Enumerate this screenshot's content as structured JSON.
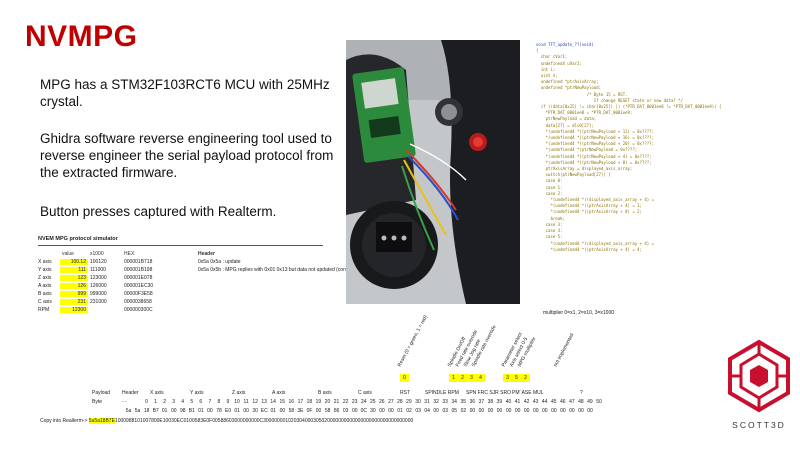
{
  "title": "NVMPG",
  "bullets": [
    "MPG has a STM32F103RCT6 MCU with 25MHz crystal.",
    "Ghidra software reverse engineering tool used to reverse engineer the serial payload protocol from the extracted firmware.",
    "Button presses captured with Realterm."
  ],
  "simulator": {
    "title": "NVEM MPG protocol simulator",
    "columns": [
      "value",
      "x1000",
      "HEX",
      "Header"
    ],
    "rows": [
      {
        "axis": "X axis",
        "value": "100.12",
        "x1000": "100120",
        "hex": "000001B718"
      },
      {
        "axis": "Y axis",
        "value": "111",
        "x1000": "111000",
        "hex": "000001B198"
      },
      {
        "axis": "Z axis",
        "value": "123",
        "x1000": "123000",
        "hex": "000001E078"
      },
      {
        "axis": "A axis",
        "value": "126",
        "x1000": "126000",
        "hex": "000001EC30"
      },
      {
        "axis": "B axis",
        "value": "999",
        "x1000": "999000",
        "hex": "00000F3E58"
      },
      {
        "axis": "C axis",
        "value": "231",
        "x1000": "231000",
        "hex": "0000038658"
      },
      {
        "axis": "RPM",
        "value": "12300",
        "x1000": "",
        "hex": "000000300C"
      }
    ],
    "header_notes": [
      "0x5a 0x5a : update",
      "0x5a 0x5b : MPG replies with 0x01 0x13 but data not updated (connection check?)"
    ]
  },
  "code": [
    {
      "t": "void TFT_update_??(void)",
      "k": true
    },
    {
      "t": "",
      "k": false
    },
    {
      "t": "{",
      "k": false
    },
    {
      "t": "  char cVar1;",
      "k": false
    },
    {
      "t": "  undefined4 uVar2;",
      "k": false
    },
    {
      "t": "  int i;",
      "k": false
    },
    {
      "t": "  uint n;",
      "k": false
    },
    {
      "t": "  undefined *ptrAxisArray;",
      "k": false
    },
    {
      "t": "  undefined *ptrNewPayload;",
      "k": false
    },
    {
      "t": "",
      "k": false
    },
    {
      "t": "                     /* Byte 15 = RST.",
      "k": false
    },
    {
      "t": "                        If change RESET state or new data? */",
      "k": false
    },
    {
      "t": "  if ((data[0x25] != char[0x25]) || (*PTR_DAT_0001ee8 != *PTR_DAT_0001ee9)) {",
      "k": false
    },
    {
      "t": "    *PTR_DAT_0001ee8 = *PTR_DAT_0001ee9;",
      "k": false
    },
    {
      "t": "    ptrNewPayload = data;",
      "k": false
    },
    {
      "t": "    data[27] = dlc0[27];",
      "k": false
    },
    {
      "t": "    *(undefined4 *)(ptrNewPayload + 12) = 0x????;",
      "k": false
    },
    {
      "t": "    *(undefined4 *)(ptrNewPayload + 16) = 0x????;",
      "k": false
    },
    {
      "t": "    *(undefined4 *)(ptrNewPayload + 20) = 0x????;",
      "k": false
    },
    {
      "t": "    *(undefined4 *)ptrNewPayload = 0x????;",
      "k": false
    },
    {
      "t": "    *(undefined4 *)(ptrNewPayload + 4) = 0x????;",
      "k": false
    },
    {
      "t": "    *(undefined4 *)(ptrNewPayload + 8) = 0x????;",
      "k": false
    },
    {
      "t": "    ptrAxisArray = displayed_axis_array;",
      "k": false
    },
    {
      "t": "    switch(ptrNewPayload[27]) {",
      "k": false
    },
    {
      "t": "    case 0:",
      "k": false
    },
    {
      "t": "    case 1:",
      "k": false
    },
    {
      "t": "    case 2:",
      "k": false
    },
    {
      "t": "      *(undefined4 *)(displayed_axis_array + 4) =",
      "k": false
    },
    {
      "t": "      *(undefined4 *)(ptrAxisArray + 4) = 1;",
      "k": false
    },
    {
      "t": "      *(undefined4 *)(ptrAxisArray + 8) = 2;",
      "k": false
    },
    {
      "t": "      break;",
      "k": false
    },
    {
      "t": "    case 3:",
      "k": false
    },
    {
      "t": "    case 4:",
      "k": false
    },
    {
      "t": "    case 5:",
      "k": false
    },
    {
      "t": "      *(undefined4 *)(displayed_axis_array + 4) =",
      "k": false
    },
    {
      "t": "      *(undefined4 *)(ptrAxisArray + 4) = 4;",
      "k": false
    }
  ],
  "multiplier_note": "multiplier 0=x1, 2=x10, 3=x1000",
  "rotated_labels": [
    "Reset (0 = green, 1 = red)",
    "Spindle On/Off",
    "Feed rate override",
    "Slow Jog rate",
    "Spindle rate override",
    "Parameter select",
    "Axis select 0-5",
    "MPG multiplier",
    "not implemented"
  ],
  "flags": [
    "0",
    "1",
    "2",
    "3",
    "4",
    "3",
    "5",
    "2"
  ],
  "payload_labels": [
    "Payload",
    "Header",
    "X axis",
    "Y axis",
    "Z axis",
    "A axis",
    "B axis",
    "C axis",
    "RST",
    "SPINDLE RPM",
    "SPN FRC SJR SRO",
    "PM' ASE MUL",
    "?"
  ],
  "byte_label": "Byte",
  "byte_dash": "- -",
  "byte_numbers": [
    "0",
    "1",
    "2",
    "3",
    "4",
    "5",
    "6",
    "7",
    "8",
    "9",
    "10",
    "11",
    "12",
    "13",
    "14",
    "15",
    "16",
    "17",
    "18",
    "19",
    "20",
    "21",
    "22",
    "23",
    "24",
    "25",
    "26",
    "27",
    "28",
    "29",
    "30",
    "31",
    "32",
    "33",
    "34",
    "35",
    "36",
    "37",
    "38",
    "39",
    "40",
    "41",
    "42",
    "43",
    "44",
    "45",
    "46",
    "47",
    "48",
    "49",
    "50"
  ],
  "byte_values": [
    "5a",
    "5a",
    "18",
    "B7",
    "01",
    "00",
    "98",
    "B1",
    "01",
    "00",
    "78",
    "E0",
    "01",
    "00",
    "30",
    "EC",
    "01",
    "00",
    "58",
    "3E",
    "0F",
    "00",
    "58",
    "86",
    "03",
    "00",
    "0C",
    "30",
    "00",
    "00",
    "01",
    "02",
    "03",
    "04",
    "00",
    "03",
    "05",
    "02",
    "00",
    "00",
    "00",
    "00",
    "00",
    "00",
    "00",
    "00",
    "00",
    "00",
    "00",
    "00",
    "00",
    "00"
  ],
  "copy_label": "Copy into Realterm->",
  "copy_highlight": "5a5a18B7E",
  "copy_rest": "1000988101007800E10030EC0100583E0F00588603000000000C300000001020304000305020000000000000000000000000000000",
  "logo_text": "SCOTT3D",
  "colors": {
    "title": "#c00000",
    "highlight": "#ffff00",
    "logo": "#c8102e",
    "code_keyword": "#1a3fbf",
    "code": "#8a7000"
  }
}
